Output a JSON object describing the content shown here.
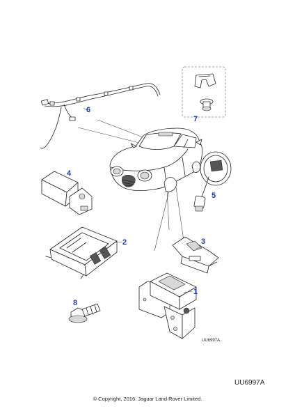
{
  "diagram": {
    "callouts": [
      "1",
      "2",
      "3",
      "4",
      "5",
      "6",
      "7",
      "8"
    ],
    "inner_code": "UU6997A"
  },
  "footer": {
    "diagram_code": "UU6997A",
    "copyright": "© Copyright, 2016. Jaguar Land Rover Limited."
  }
}
